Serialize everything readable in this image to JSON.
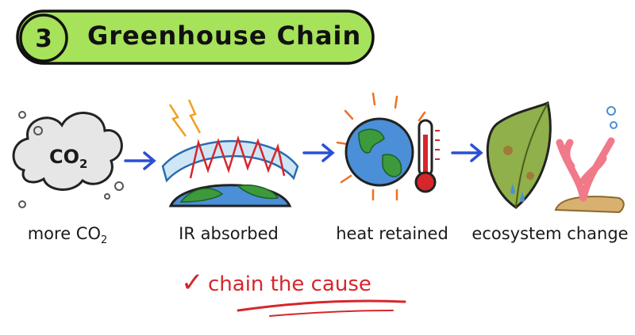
{
  "header": {
    "step_number": "3",
    "title": "Greenhouse Chain"
  },
  "stages": [
    {
      "label": "more CO",
      "subscript": "2",
      "icon": "co2-cloud-icon"
    },
    {
      "label": "IR absorbed",
      "icon": "atmosphere-ir-icon"
    },
    {
      "label": "heat retained",
      "icon": "globe-thermometer-icon"
    },
    {
      "label": "ecosystem change",
      "icon": "leaf-coral-icon"
    }
  ],
  "cloud_text": {
    "main": "CO",
    "subscript": "2"
  },
  "tagline": {
    "check": "✓",
    "text": "chain the cause"
  },
  "colors": {
    "pill": "#a6e25a",
    "arrow": "#2a4fd6",
    "accent_red": "#d7262b",
    "ocean": "#4a8fd8",
    "land": "#3c9a3c"
  }
}
